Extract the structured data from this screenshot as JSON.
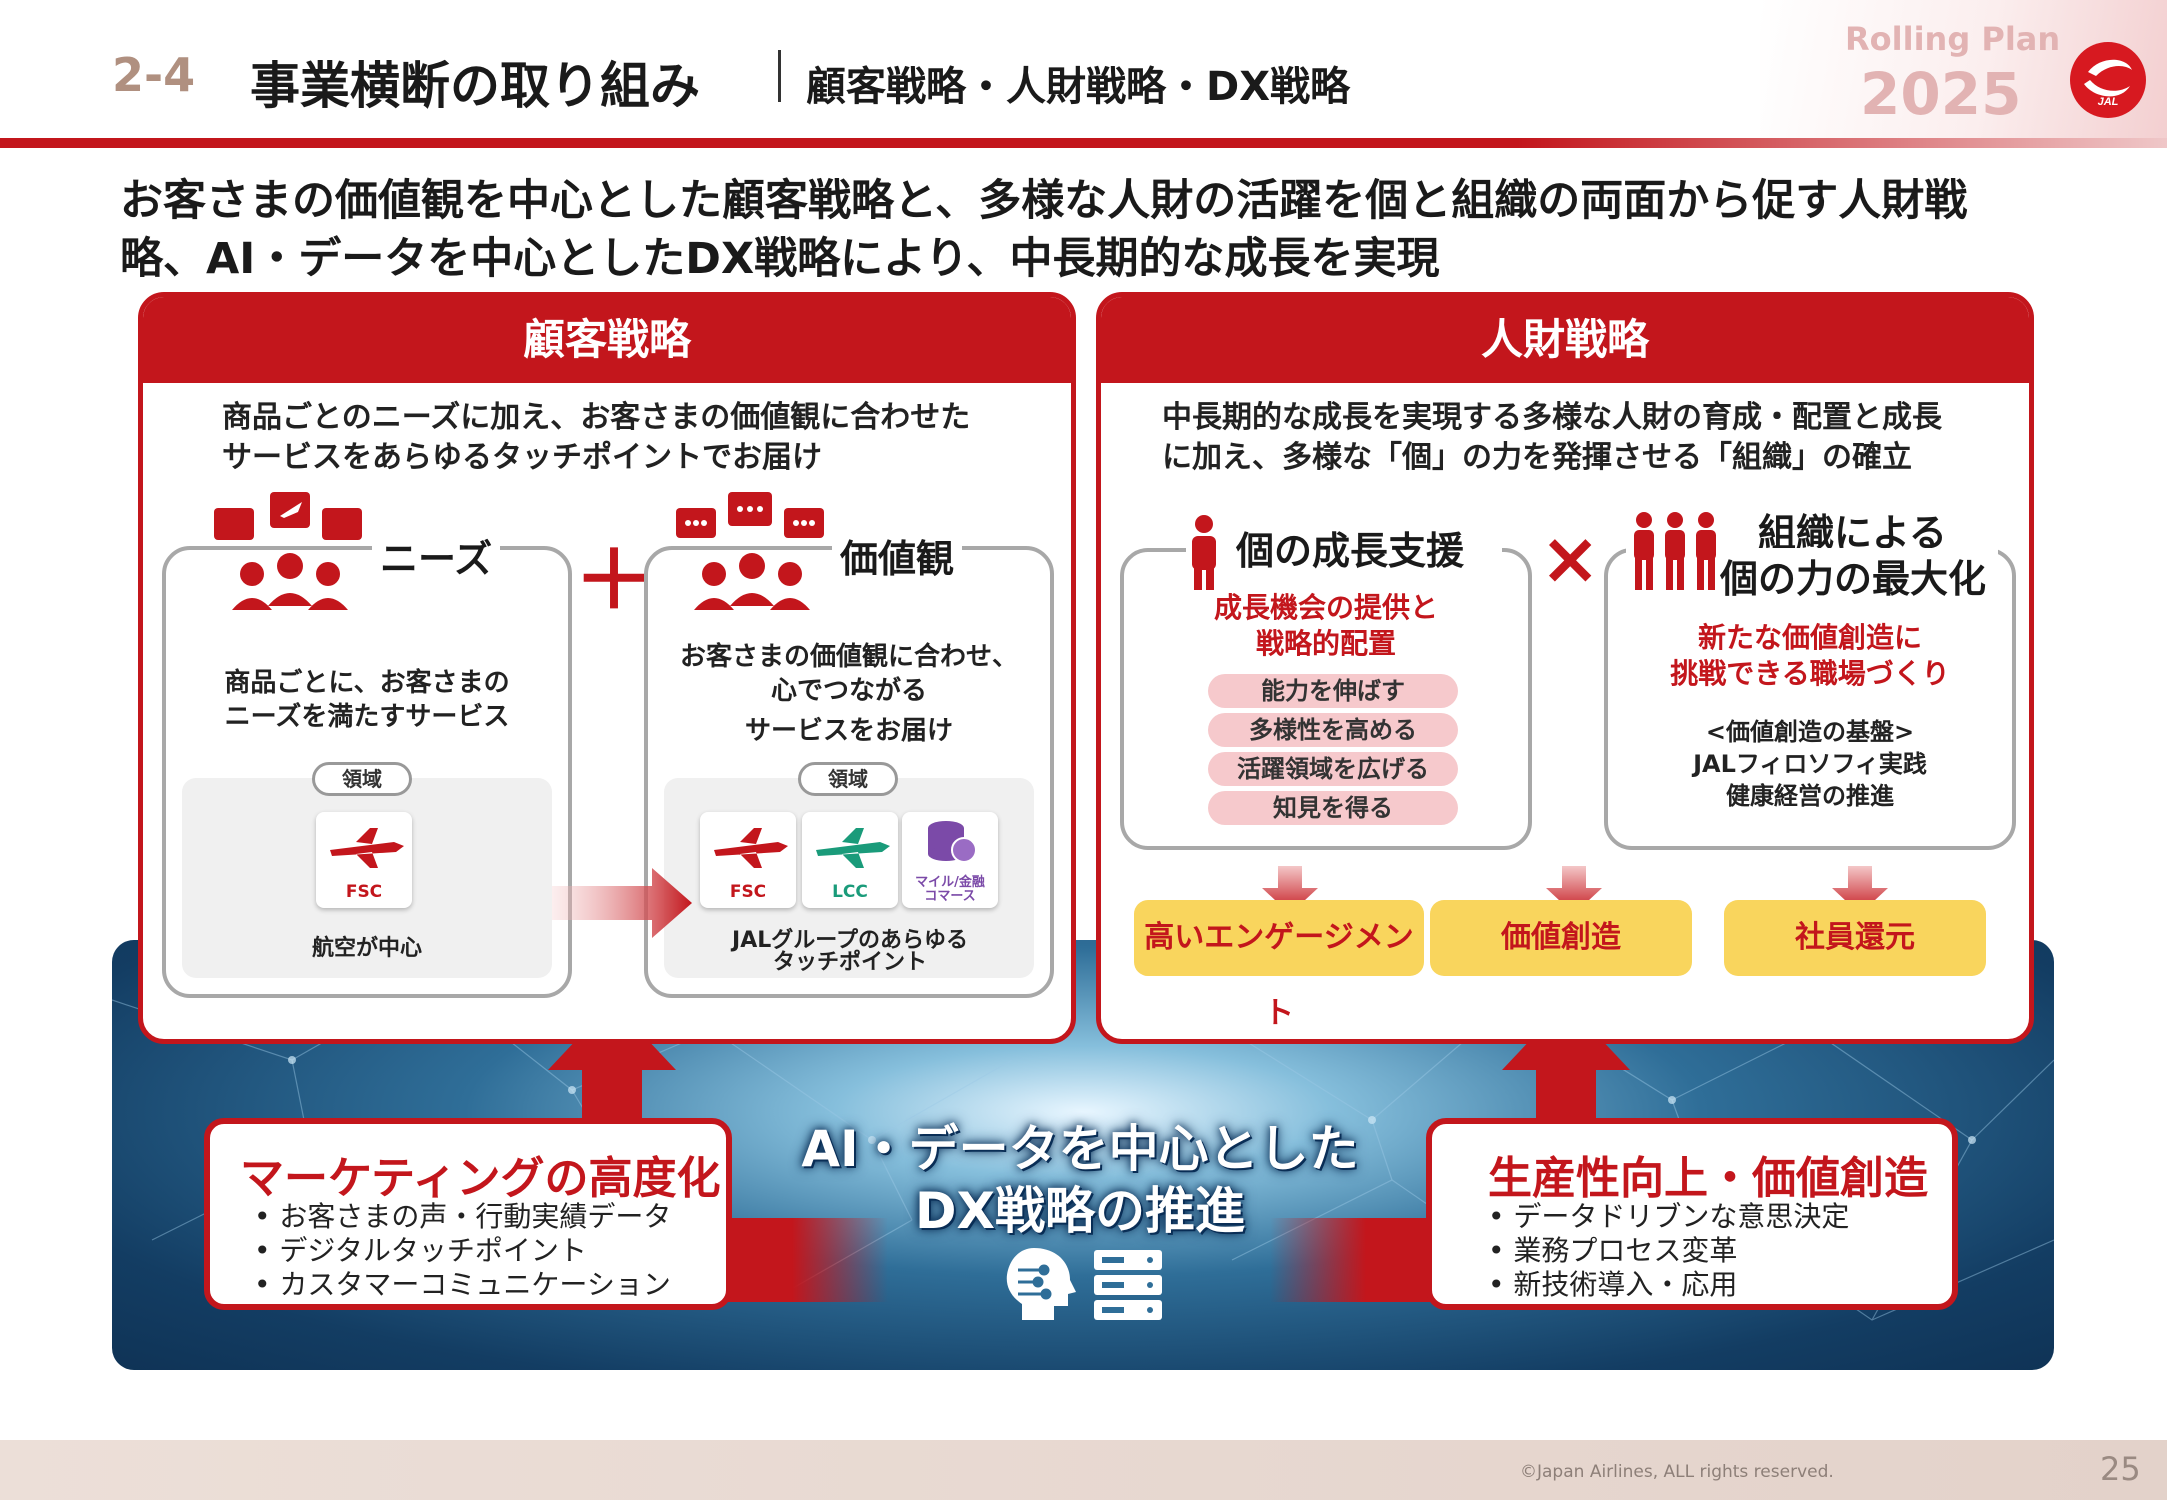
{
  "header": {
    "section_number": "2-4",
    "section_title": "事業横断の取り組み",
    "section_subtitle": "顧客戦略・人財戦略・DX戦略",
    "rolling_plan_label": "Rolling Plan",
    "rolling_plan_year": "2025",
    "logo_text": "JAL"
  },
  "lead": {
    "line1": "お客さまの価値観を中心とした顧客戦略と、多様な人財の活躍を個と組織の両面から促す人財戦",
    "line2": "略、AI・データを中心としたDX戦略により、中長期的な成長を実現"
  },
  "customer_strategy": {
    "title": "顧客戦略",
    "desc_line1": "商品ごとのニーズに加え、お客さまの価値観に合わせた",
    "desc_line2": "サービスをあらゆるタッチポイントでお届け",
    "needs": {
      "title": "ニーズ",
      "text_line1": "商品ごとに、お客さまの",
      "text_line2": "ニーズを満たすサービス",
      "area_label": "領域",
      "tile_fsc": "FSC",
      "caption": "航空が中心"
    },
    "plus": "＋",
    "values": {
      "title": "価値観",
      "text_line1": "お客さまの価値観に合わせ、",
      "text_line2": "心でつながる",
      "text_line3": "サービスをお届け",
      "area_label": "領域",
      "tile_fsc": "FSC",
      "tile_lcc": "LCC",
      "tile_mile_line1": "マイル/金融",
      "tile_mile_line2": "コマース",
      "caption_line1": "JALグループのあらゆる",
      "caption_line2": "タッチポイント"
    }
  },
  "hr_strategy": {
    "title": "人財戦略",
    "desc_line1": "中長期的な成長を実現する多様な人財の育成・配置と成長",
    "desc_line2": "に加え、多様な「個」の力を発揮させる「組織」の確立",
    "individual": {
      "title": "個の成長支援",
      "red_line1": "成長機会の提供と",
      "red_line2": "戦略的配置",
      "pills": [
        "能力を伸ばす",
        "多様性を高める",
        "活躍領域を広げる",
        "知見を得る"
      ]
    },
    "cross": "×",
    "organization": {
      "title_line1": "組織による",
      "title_line2": "個の力の最大化",
      "red_line1": "新たな価値創造に",
      "red_line2": "挑戦できる職場づくり",
      "base_line1": "<価値創造の基盤>",
      "base_line2": "JALフィロソフィ実践",
      "base_line3": "健康経営の推進"
    },
    "outcomes": [
      "高いエンゲージメント",
      "価値創造",
      "社員還元"
    ]
  },
  "dx_strategy": {
    "title_line1": "AI・データを中心とした",
    "title_line2": "DX戦略の推進",
    "marketing": {
      "title": "マーケティングの高度化",
      "items": [
        "• お客さまの声・行動実績データ",
        "• デジタルタッチポイント",
        "• カスタマーコミュニケーション"
      ]
    },
    "productivity": {
      "title": "生産性向上・価値創造",
      "items": [
        "• データドリブンな意思決定",
        "• 業務プロセス変革",
        "• 新技術導入・応用"
      ]
    }
  },
  "footer": {
    "copyright": "©Japan Airlines, ALL rights reserved.",
    "page_number": "25"
  },
  "colors": {
    "brand_red": "#c3161c",
    "yellow": "#f9d55d",
    "pink_pill": "#f6c9cc",
    "navy": "#133d63",
    "lcc_green": "#1a9b7a",
    "mile_purple": "#7b4aa8"
  }
}
